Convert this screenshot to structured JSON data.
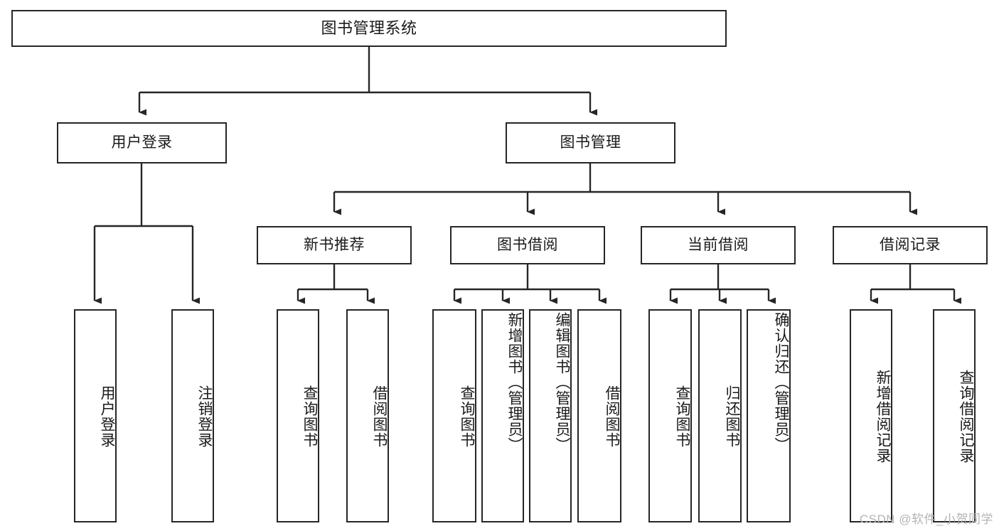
{
  "diagram": {
    "title": "图书管理系统",
    "type": "tree",
    "watermark": "CSDN @软件_小贺同学",
    "colors": {
      "border": "#262626",
      "background": "#ffffff",
      "text": "#1a1a1a",
      "watermark": "#b4b4b4"
    },
    "root": {
      "label": "图书管理系统"
    },
    "level1": [
      {
        "label": "用户登录"
      },
      {
        "label": "图书管理"
      }
    ],
    "level2": [
      {
        "label": "新书推荐"
      },
      {
        "label": "图书借阅"
      },
      {
        "label": "当前借阅"
      },
      {
        "label": "借阅记录"
      }
    ],
    "leaves": {
      "user_login": [
        {
          "label": "用户登录"
        },
        {
          "label": "注销登录"
        }
      ],
      "new_book": [
        {
          "label": "查询图书"
        },
        {
          "label": "借阅图书"
        }
      ],
      "book_borrow": [
        {
          "label": "查询图书"
        },
        {
          "label": "新增图书（管理员）"
        },
        {
          "label": "编辑图书（管理员）"
        },
        {
          "label": "借阅图书"
        }
      ],
      "current_borrow": [
        {
          "label": "查询图书"
        },
        {
          "label": "归还图书"
        },
        {
          "label": "确认归还（管理员）"
        }
      ],
      "borrow_record": [
        {
          "label": "新增借阅记录"
        },
        {
          "label": "查询借阅记录"
        }
      ]
    }
  }
}
